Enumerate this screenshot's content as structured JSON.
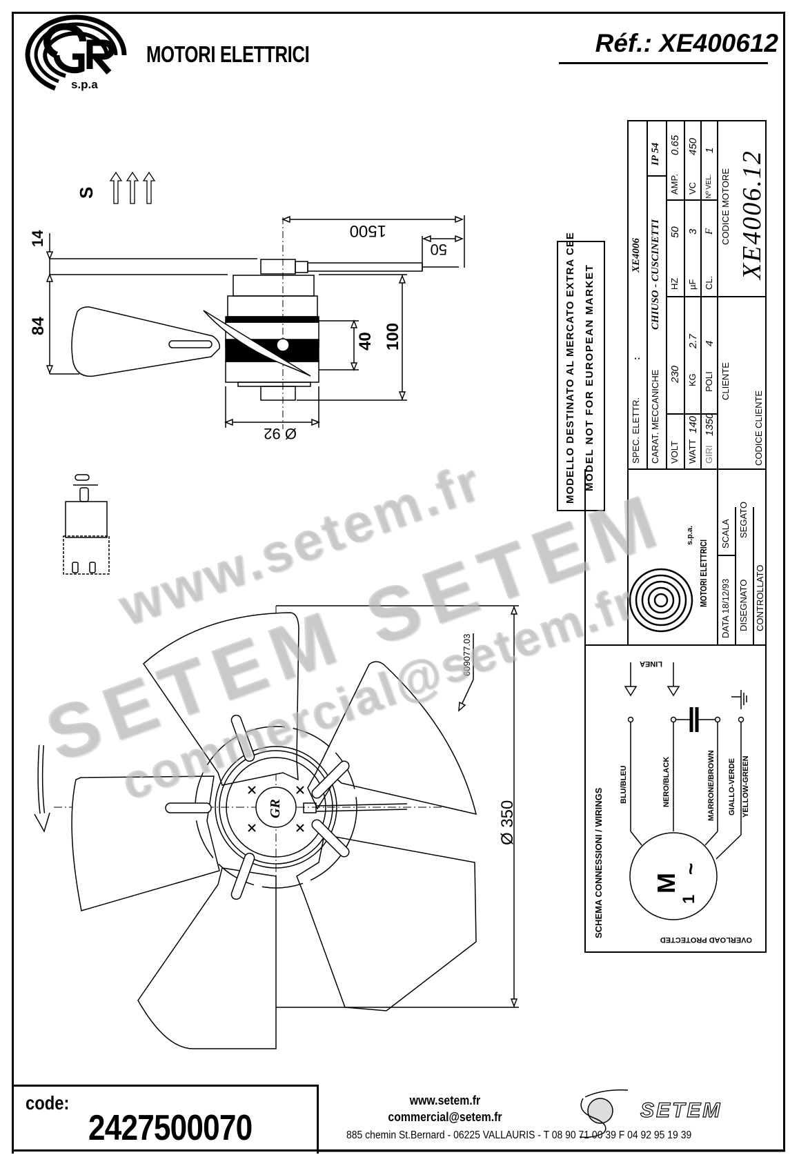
{
  "header": {
    "company_logo_sub": "s.p.a",
    "company_name": "MOTORI ELETTRICI",
    "reference": "Réf.: XE400612"
  },
  "side_view": {
    "airflow_label": "S",
    "dimensions": {
      "cable_length": "1500",
      "wire_strip": "50",
      "top_offset": "14",
      "blade_height": "84",
      "hub_height": "40",
      "motor_height": "100",
      "motor_diameter": "Ø 92"
    }
  },
  "notice": {
    "line1": "MODELLO DESTINATO AL MERCATO EXTRA CEE",
    "line2": "MODEL NOT FOR EUROPEAN MARKET"
  },
  "spec_table": {
    "spec_elettr_label": "SPEC. ELETTR.",
    "spec_elettr_sep": ":",
    "spec_elettr_value": "XE4006",
    "carat_label": "CARAT. MECCANICHE",
    "carat_value": "CHIUSO - CUSCINETTI",
    "ip": "IP 54",
    "rows": [
      {
        "l1": "VOLT",
        "v1": "230",
        "l2": "HZ",
        "v2": "50",
        "l3": "AMP.",
        "v3": "0.65"
      },
      {
        "l1": "WATT",
        "v1": "140",
        "l2": "KG",
        "v2": "2.7",
        "l2b": "µF",
        "v2b": "3",
        "l3": "VC",
        "v3": "450"
      },
      {
        "l1": "GIRI",
        "v1": "1350",
        "l2": "POLI",
        "v2": "4",
        "l2b": "CL.",
        "v2b": "F",
        "l3": "Nº VEL.",
        "v3": "1"
      }
    ],
    "cliente_label": "CLIENTE",
    "codice_motore_label": "CODICE MOTORE",
    "codice_motore_value": "XE4006.12",
    "codice_cliente_label": "CODICE CLIENTE"
  },
  "title_block": {
    "logo_name": "MOTORI ELETTRICI",
    "logo_sub": "s.p.a.",
    "data_label": "DATA 18/12/93",
    "scala_label": "SCALA",
    "disegnato_label": "DISEGNATO",
    "disegnato_value": "SEGATO",
    "controllato_label": "CONTROLLATO"
  },
  "wiring": {
    "title": "SCHEMA CONNESSIONI / WIRINGS",
    "linea": "LINEA",
    "wires": [
      "BLU/BLEU",
      "NERO/BLACK",
      "MARRONE/BROWN",
      "GIALLO-VERDE",
      "YELLOW-GREEN"
    ],
    "motor_symbol": "M",
    "motor_phase": "1",
    "motor_ac": "~",
    "overload": "OVERLOAD PROTECTED"
  },
  "front_view": {
    "part_number": "609077.03",
    "diameter": "Ø 350",
    "hub_mark": "GR"
  },
  "footer": {
    "code_label": "code:",
    "code_value": "2427500070",
    "website": "www.setem.fr",
    "email": "commercial@setem.fr",
    "address": "885 chemin St.Bernard  -  06225 VALLAURIS  -  T 08 90 71 00 39   F 04 92 95 19 39",
    "brand": "SETEM"
  },
  "watermarks": {
    "w1": "www.setem.fr",
    "w2": "SETEM SETEM",
    "w3": "commercial@setem.fr"
  }
}
